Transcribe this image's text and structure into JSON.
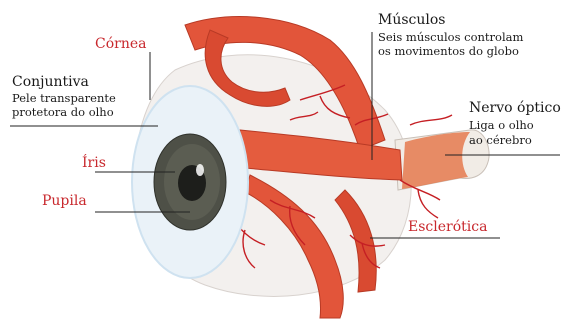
{
  "labels": {
    "cornea": "Córnea",
    "conjuntiva": {
      "title": "Conjuntiva",
      "desc_line1": "Pele transparente",
      "desc_line2": "protetora do olho"
    },
    "iris": "Íris",
    "pupila": "Pupila",
    "musculos": {
      "title": "Músculos",
      "desc_line1": "Seis músculos controlam",
      "desc_line2": "os movimentos do globo"
    },
    "nervo_optico": {
      "title": "Nervo óptico",
      "desc_line1": "Liga o olho",
      "desc_line2": "ao cérebro"
    },
    "esclerotica": "Esclerótica"
  },
  "colors": {
    "red_label": "#c8282d",
    "muscle": "#e2553a",
    "vessel": "#c51f24",
    "sclera": "#f3f0ee",
    "iris": "#4e5047",
    "cornea_edge": "#cfe2f0"
  }
}
